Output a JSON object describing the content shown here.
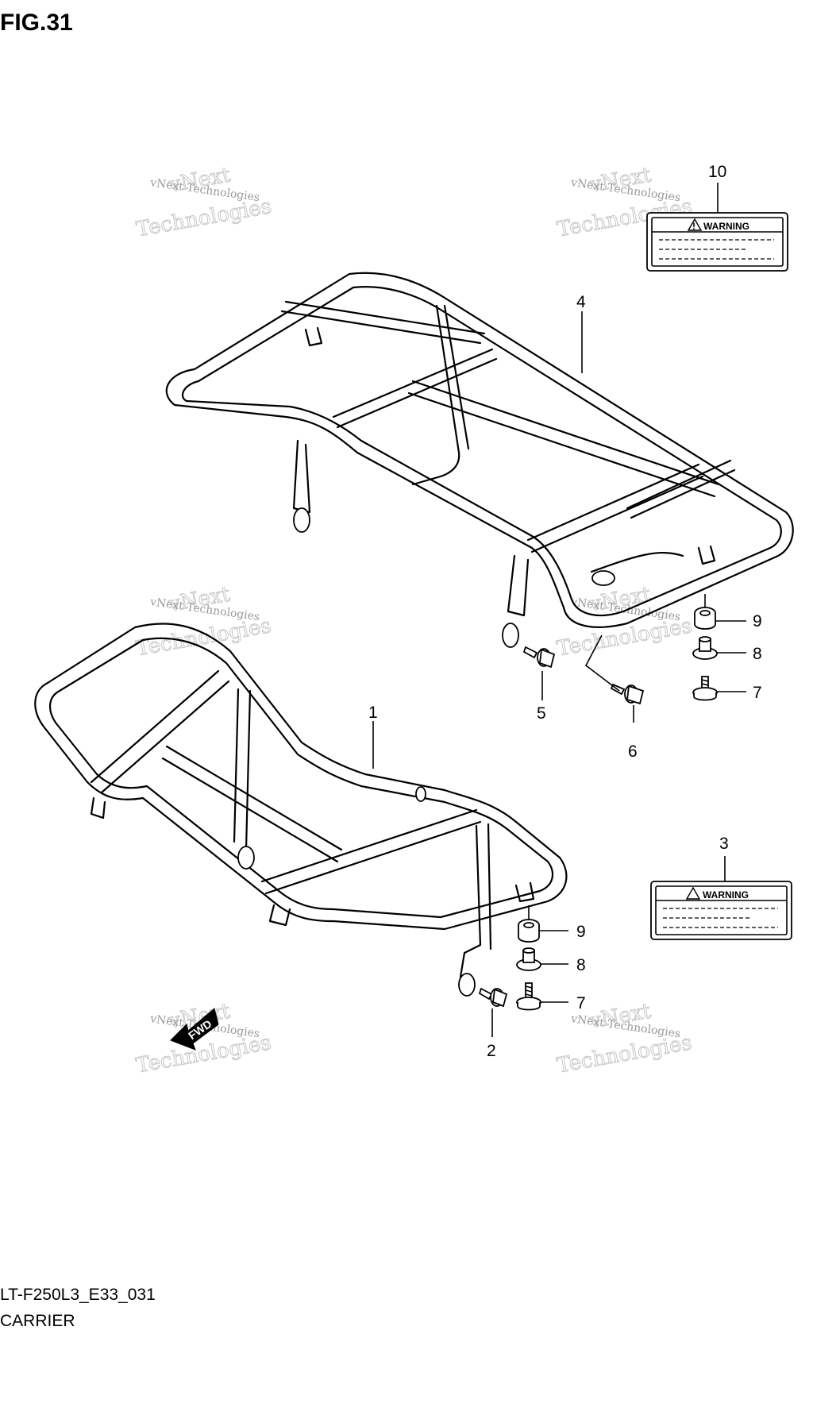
{
  "figure": {
    "title": "FIG.31",
    "model_code": "LT-F250L3_E33_031",
    "section_name": "CARRIER"
  },
  "watermark": {
    "small_text": "vNext Technologies",
    "big_word_1": "vNext",
    "big_word_2": "Technologies"
  },
  "labels": {
    "warning_label_text": "WARNING",
    "forward_arrow_text": "FWD"
  },
  "callouts": {
    "p1": "1",
    "p2": "2",
    "p3": "3",
    "p4": "4",
    "p5": "5",
    "p6": "6",
    "p7_top": "7",
    "p7_bottom": "7",
    "p8_top": "8",
    "p8_bottom": "8",
    "p9_top": "9",
    "p9_bottom": "9",
    "p10": "10"
  },
  "colors": {
    "ink": "#000000",
    "watermark": "#c8c8c8",
    "background": "#ffffff"
  }
}
